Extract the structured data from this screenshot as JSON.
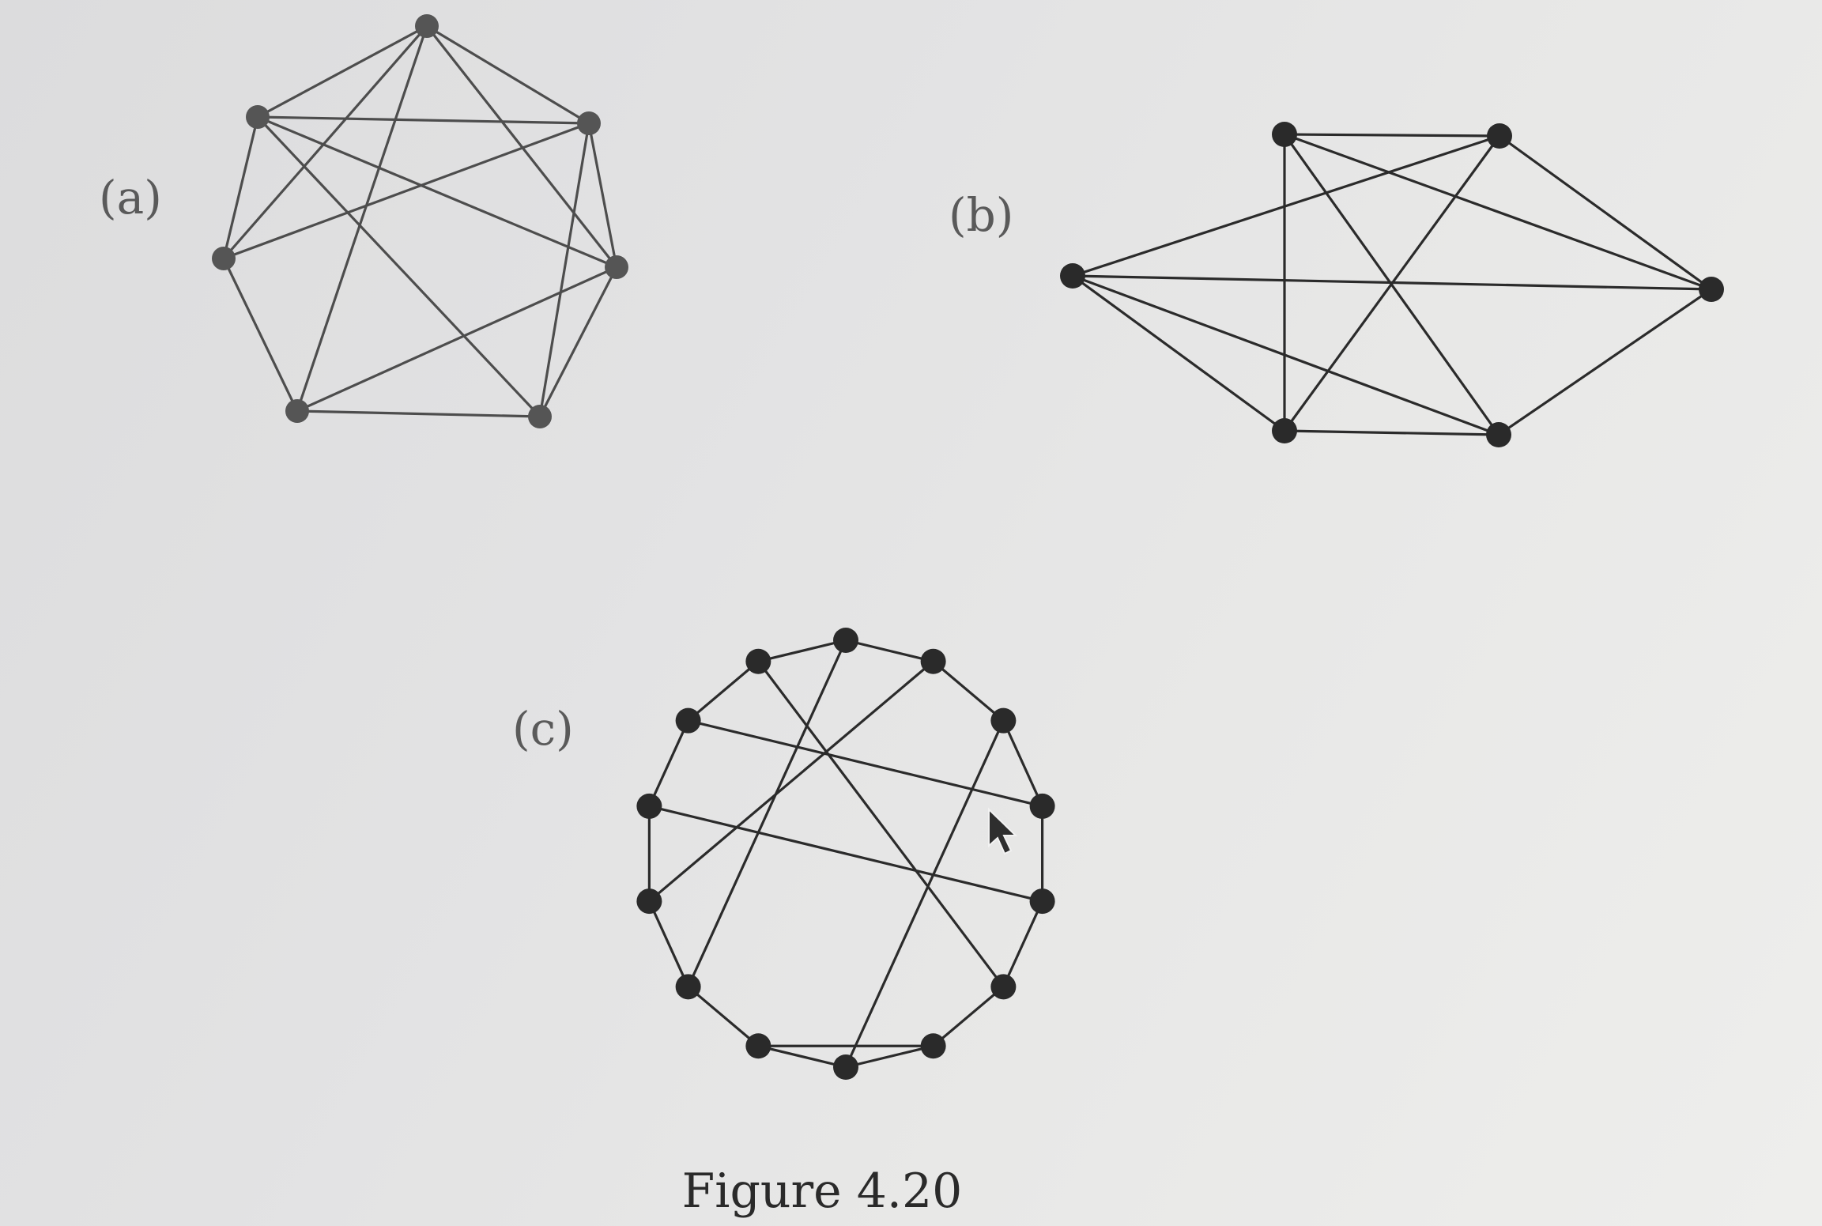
{
  "figure": {
    "caption": "Figure 4.20",
    "panels": [
      {
        "id": "a",
        "label": "(a)",
        "vertex_count": 7,
        "edges": [
          [
            0,
            1
          ],
          [
            1,
            2
          ],
          [
            2,
            3
          ],
          [
            3,
            4
          ],
          [
            4,
            5
          ],
          [
            5,
            6
          ],
          [
            6,
            0
          ],
          [
            0,
            2
          ],
          [
            0,
            4
          ],
          [
            0,
            5
          ],
          [
            1,
            3
          ],
          [
            1,
            5
          ],
          [
            1,
            6
          ],
          [
            2,
            4
          ],
          [
            2,
            6
          ],
          [
            3,
            6
          ]
        ]
      },
      {
        "id": "b",
        "label": "(b)",
        "vertex_count": 6,
        "edges": [
          [
            0,
            1
          ],
          [
            0,
            2
          ],
          [
            0,
            3
          ],
          [
            0,
            4
          ],
          [
            1,
            2
          ],
          [
            1,
            4
          ],
          [
            1,
            5
          ],
          [
            2,
            3
          ],
          [
            2,
            5
          ],
          [
            3,
            4
          ],
          [
            3,
            5
          ],
          [
            4,
            5
          ]
        ]
      },
      {
        "id": "c",
        "label": "(c)",
        "vertex_count": 14,
        "edges": [
          [
            0,
            1
          ],
          [
            1,
            2
          ],
          [
            2,
            3
          ],
          [
            3,
            4
          ],
          [
            4,
            5
          ],
          [
            5,
            6
          ],
          [
            6,
            7
          ],
          [
            7,
            8
          ],
          [
            8,
            9
          ],
          [
            9,
            10
          ],
          [
            10,
            11
          ],
          [
            11,
            12
          ],
          [
            12,
            13
          ],
          [
            13,
            0
          ],
          [
            0,
            9
          ],
          [
            1,
            10
          ],
          [
            2,
            7
          ],
          [
            3,
            12
          ],
          [
            4,
            11
          ],
          [
            5,
            13
          ],
          [
            6,
            8
          ]
        ]
      }
    ]
  },
  "colors": {
    "paper": "#e4e4e4",
    "ink": "#2a2a2a"
  }
}
